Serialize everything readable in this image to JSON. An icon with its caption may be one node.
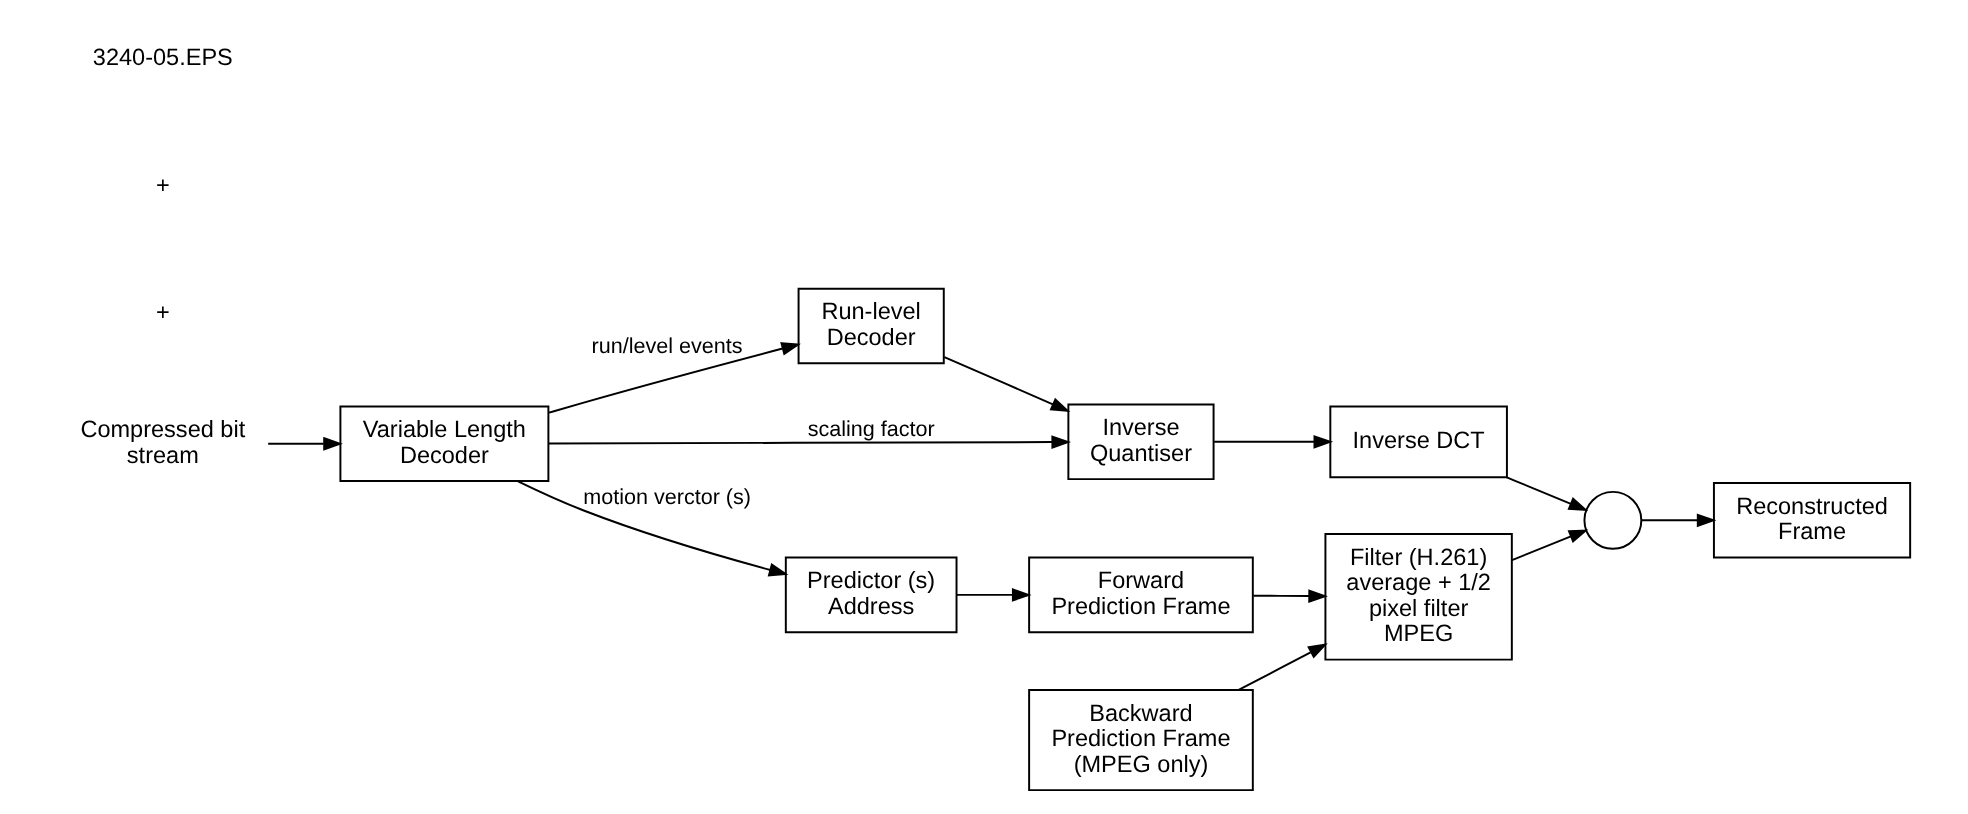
{
  "diagram": {
    "nodes": [
      {
        "text": [
          "Compressed bit stream"
        ]
      },
      {
        "text": [
          "Variable Length Decoder"
        ]
      },
      {
        "text": [
          "Run-level Decoder"
        ]
      },
      {
        "text": [
          "Inverse Quantiser"
        ]
      },
      {
        "text": [
          "Inverse DCT"
        ]
      },
      {
        "text": [
          "Predictor (s) Address"
        ]
      },
      {
        "text": [
          "Filter (H.261) average + 1/2 pixel filter MPEG"
        ]
      },
      {
        "text": [],
        "shape": "circle"
      },
      {
        "text": [
          "Forward Prediction Frame"
        ]
      },
      {
        "text": [
          "Backward Prediction Frame (MPEG only)"
        ]
      },
      {
        "text": [
          "Reconstructed Frame"
        ]
      }
    ],
    "edges": [
      {
        "from": 0,
        "to": 1,
        "arrow": "to"
      },
      {
        "from": 1,
        "to": 2,
        "arrow": "to",
        "label": "run/level events"
      },
      {
        "from": 1,
        "to": 3,
        "arrow": "to",
        "label": "scaling factor"
      },
      {
        "from": 1,
        "to": 5,
        "arrow": "to",
        "label": "motion verctor (s)"
      },
      {
        "from": 2,
        "to": 3,
        "arrow": "to"
      },
      {
        "from": 3,
        "to": 4,
        "arrow": "to"
      },
      {
        "from": 5,
        "to": 8,
        "arrow": "to"
      },
      {
        "from": 8,
        "to": 6,
        "arrow": "to"
      },
      {
        "from": 9,
        "to": 6,
        "arrow": "to"
      },
      {
        "from": 6,
        "to": 7,
        "arrow": "to"
      },
      {
        "from": 4,
        "to": 7,
        "arrow": "to"
      },
      {
        "from": 7,
        "to": 10,
        "arrow": "to"
      }
    ],
    "labels": [
      "+",
      "+",
      "3240-05.EPS"
    ]
  }
}
